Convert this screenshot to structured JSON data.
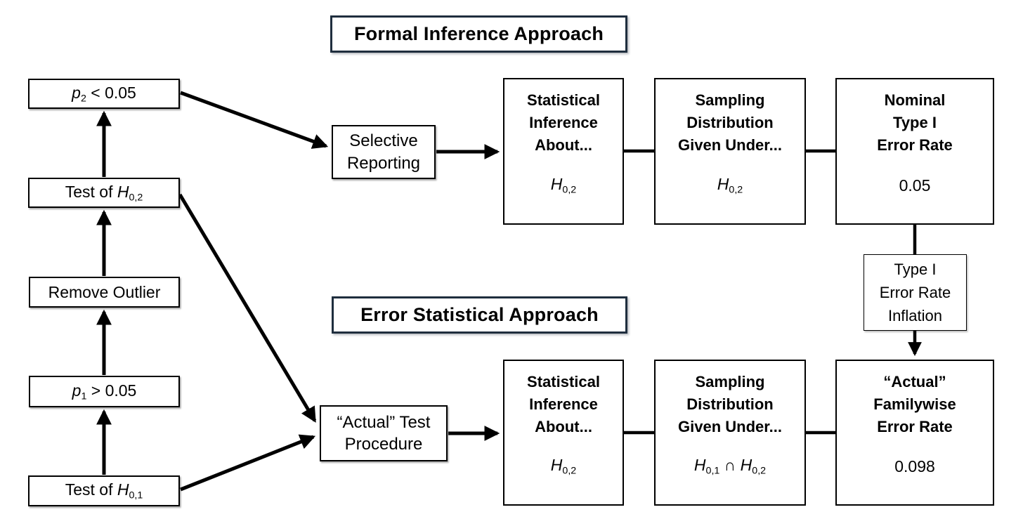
{
  "titles": {
    "formal": "Formal Inference Approach",
    "error": "Error Statistical Approach"
  },
  "left_chain": {
    "test1_prefix": "Test of ",
    "test1_var": "H",
    "test1_sub": "0,1",
    "p1_var": "p",
    "p1_sub": "1",
    "p1_rest": " > 0.05",
    "remove_outlier": "Remove Outlier",
    "test2_prefix": "Test of ",
    "test2_var": "H",
    "test2_sub": "0,2",
    "p2_var": "p",
    "p2_sub": "2",
    "p2_rest": " < 0.05"
  },
  "formal_path": {
    "selective_reporting": "Selective\nReporting",
    "inference_heading": "Statistical\nInference\nAbout...",
    "inference_var": "H",
    "inference_sub": "0,2",
    "sampling_heading": "Sampling\nDistribution\nGiven Under...",
    "sampling_var": "H",
    "sampling_sub": "0,2",
    "nominal_heading": "Nominal\nType I\nError Rate",
    "nominal_value": "0.05",
    "inflation_label": "Type I\nError Rate\nInflation"
  },
  "error_path": {
    "actual_test": "“Actual” Test\nProcedure",
    "inference_heading": "Statistical\nInference\nAbout...",
    "inference_var": "H",
    "inference_sub": "0,2",
    "sampling_heading": "Sampling\nDistribution\nGiven Under...",
    "sampling_var1": "H",
    "sampling_sub1": "0,1",
    "sampling_op": " ∩ ",
    "sampling_var2": "H",
    "sampling_sub2": "0,2",
    "familywise_heading": "“Actual”\nFamilywise\nError Rate",
    "familywise_value": "0.098"
  },
  "colors": {
    "title_border": "#1f2e3e",
    "box_border": "#000000",
    "arrow": "#000000",
    "background": "#ffffff"
  }
}
